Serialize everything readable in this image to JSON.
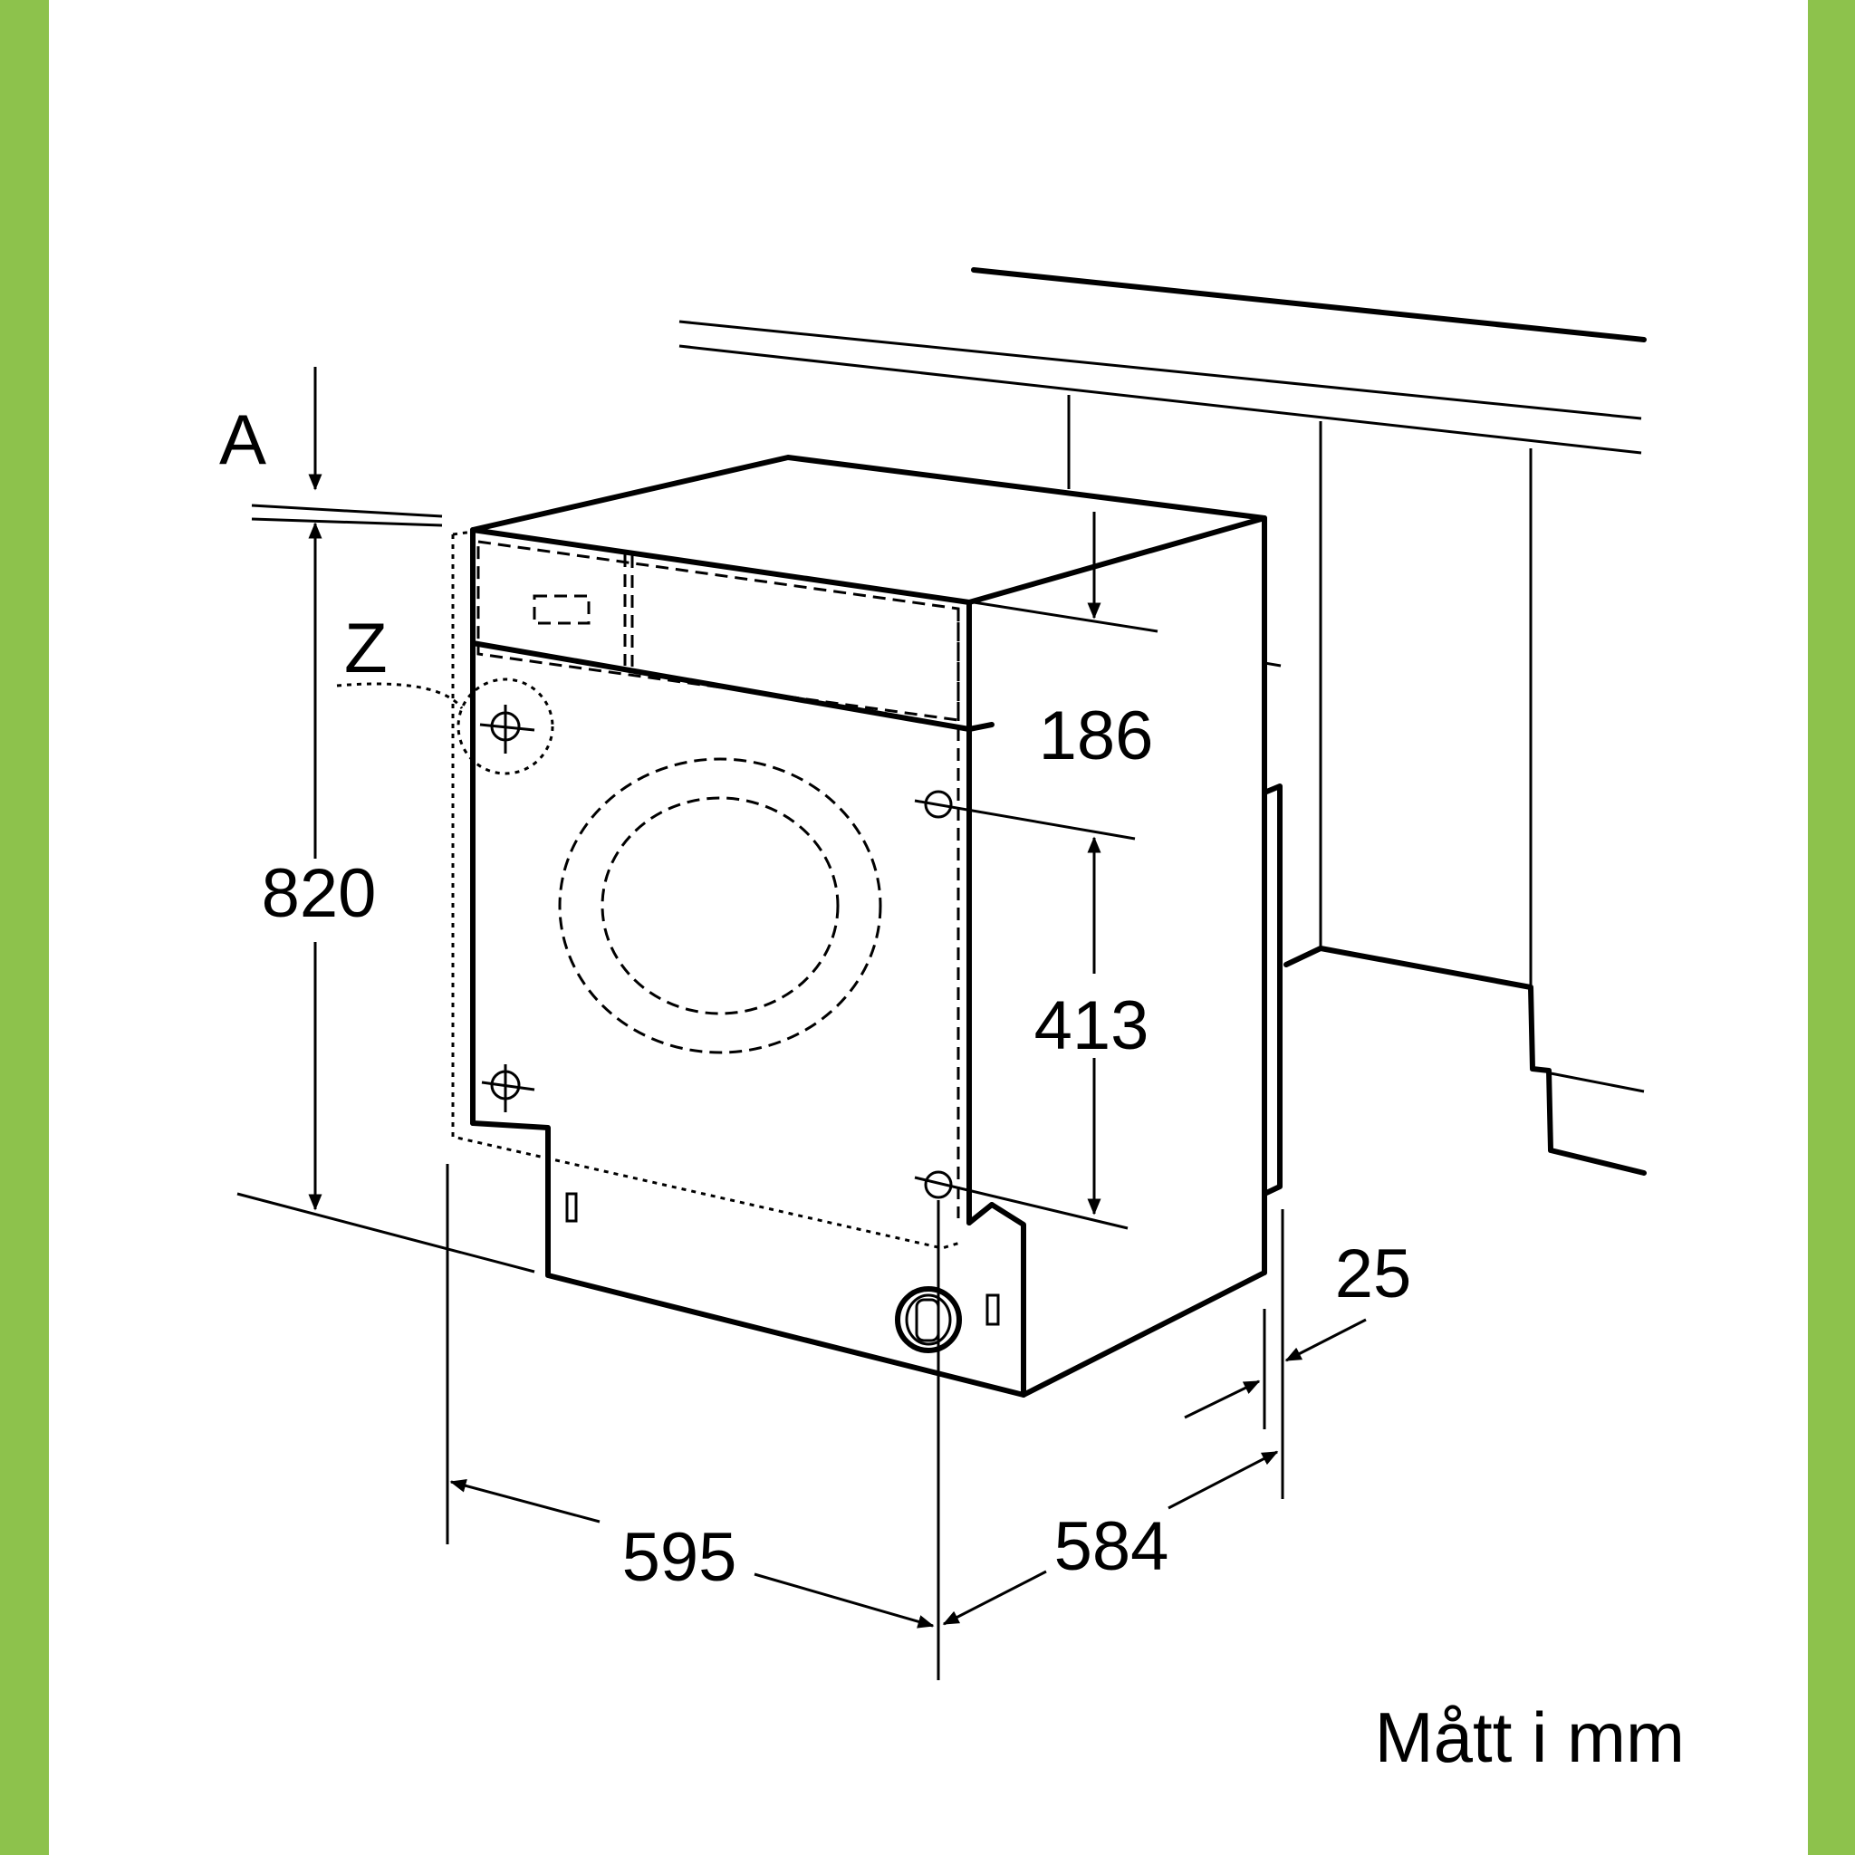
{
  "labels": {
    "ref_a": "A",
    "ref_z": "Z"
  },
  "dimensions": {
    "height": "820",
    "top_panel": "186",
    "bracket_spacing": "413",
    "width": "595",
    "depth": "584",
    "plinth_offset": "25"
  },
  "caption": "Mått i mm",
  "colors": {
    "border": "#8dc24c",
    "background": "#ffffff",
    "ink": "#000000"
  }
}
